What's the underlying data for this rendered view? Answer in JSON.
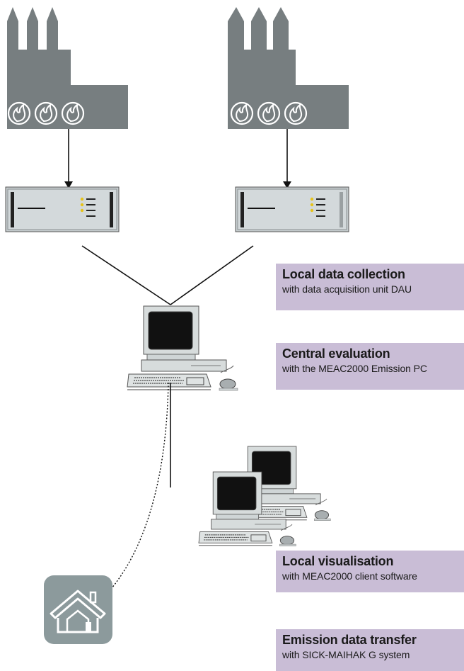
{
  "colors": {
    "factory": "#777e80",
    "device": "#c6cdcf",
    "label_bg": "#c9bdd6",
    "house_bg": "#8c9a9c"
  },
  "icons": [
    "factory-icon",
    "data-acquisition-unit-icon",
    "computer-icon",
    "house-icon"
  ],
  "labels": {
    "local_data_collection": {
      "title": "Local data collection",
      "subtitle": "with data acquisition unit DAU"
    },
    "central_evaluation": {
      "title": "Central evaluation",
      "subtitle": "with the MEAC2000 Emission PC"
    },
    "local_visualisation": {
      "title": "Local visualisation",
      "subtitle": "with MEAC2000 client software"
    },
    "emission_data_transfer": {
      "title": "Emission data transfer",
      "subtitle": "with SICK-MAIHAK G system"
    }
  }
}
